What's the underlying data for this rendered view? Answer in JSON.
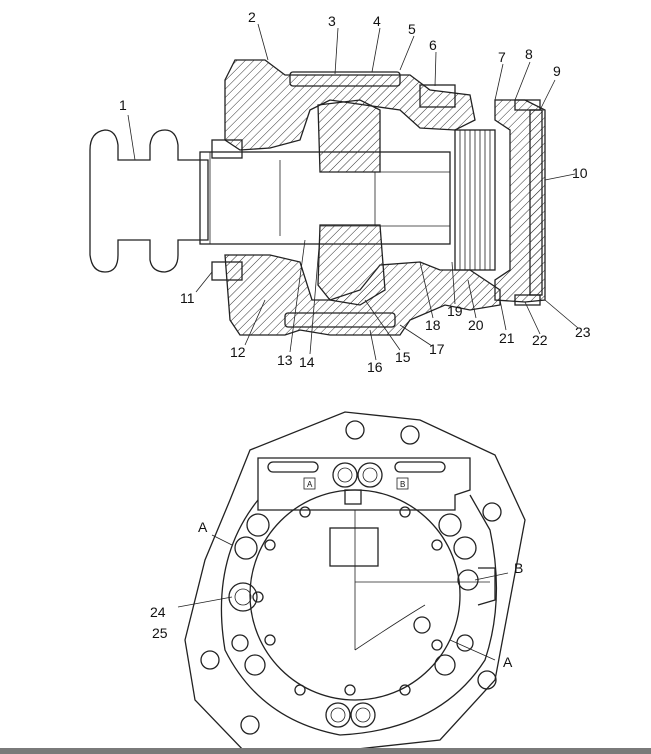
{
  "section_view": {
    "callouts": [
      "1",
      "2",
      "3",
      "4",
      "5",
      "6",
      "7",
      "8",
      "9",
      "10",
      "11",
      "12",
      "13",
      "14",
      "15",
      "16",
      "17",
      "18",
      "19",
      "20",
      "21",
      "22",
      "23"
    ]
  },
  "end_view": {
    "callouts": [
      "24",
      "25"
    ],
    "port_labels": [
      "A",
      "B"
    ],
    "section_markers": [
      "A",
      "B",
      "A"
    ]
  },
  "colors": {
    "line": "#222222",
    "footer_bar": "#7a7a7a"
  }
}
